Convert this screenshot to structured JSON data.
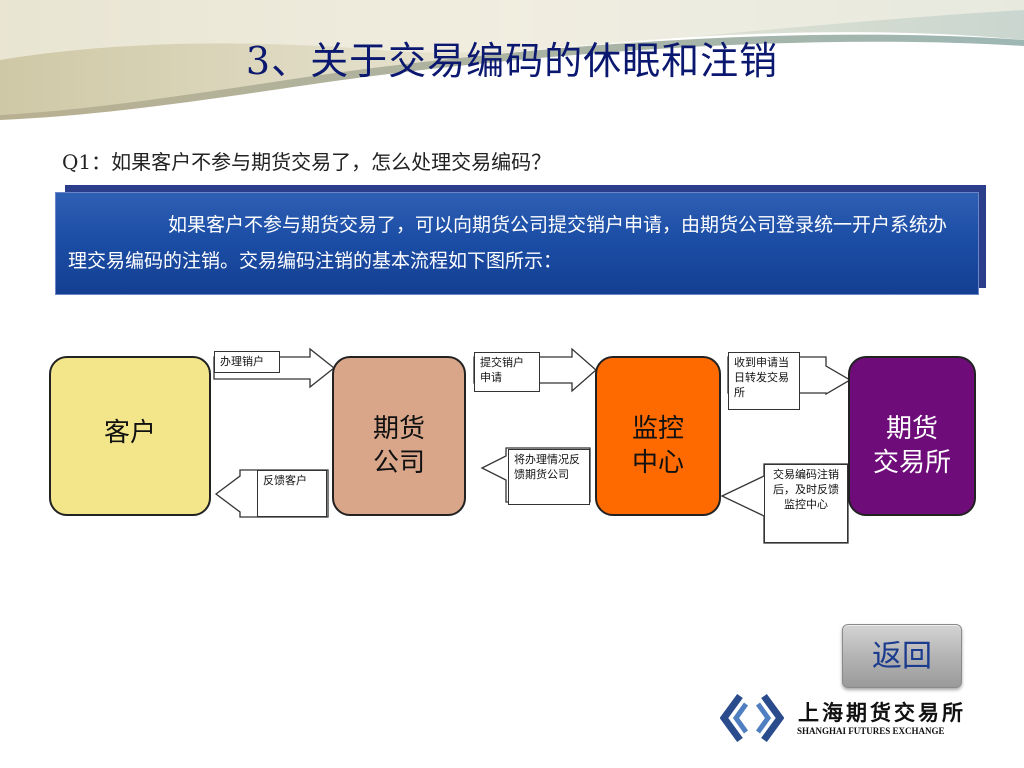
{
  "slide": {
    "title": "3、关于交易编码的休眠和注销",
    "question": "Q1：如果客户不参与期货交易了，怎么处理交易编码？",
    "answer": "如果客户不参与期货交易了，可以向期货公司提交销户申请，由期货公司登录统一开户系统办理交易编码的注销。交易编码注销的基本流程如下图所示："
  },
  "flow": {
    "nodes": {
      "client": "客户",
      "firm_line1": "期货",
      "firm_line2": "公司",
      "monitor_line1": "监控",
      "monitor_line2": "中心",
      "exchange_line1": "期货",
      "exchange_line2": "交易所"
    },
    "notes": {
      "close_account": "办理销户",
      "submit_request": "提交销户申请",
      "receive_request": "收到申请当日转发交易所",
      "feedback_client": "反馈客户",
      "feedback_firm": "将办理情况反馈期货公司",
      "exchange_feedback": "交易编码注销后，及时反馈监控中心"
    },
    "colors": {
      "client": "#f2e58a",
      "firm": "#d9a68a",
      "monitor": "#ff6a00",
      "exchange": "#6e0c7a"
    }
  },
  "nav": {
    "back_label": "返回"
  },
  "logo": {
    "name_cn": "上海期货交易所",
    "name_en": "SHANGHAI FUTURES EXCHANGE",
    "icon": "sfe-logo-icon"
  }
}
